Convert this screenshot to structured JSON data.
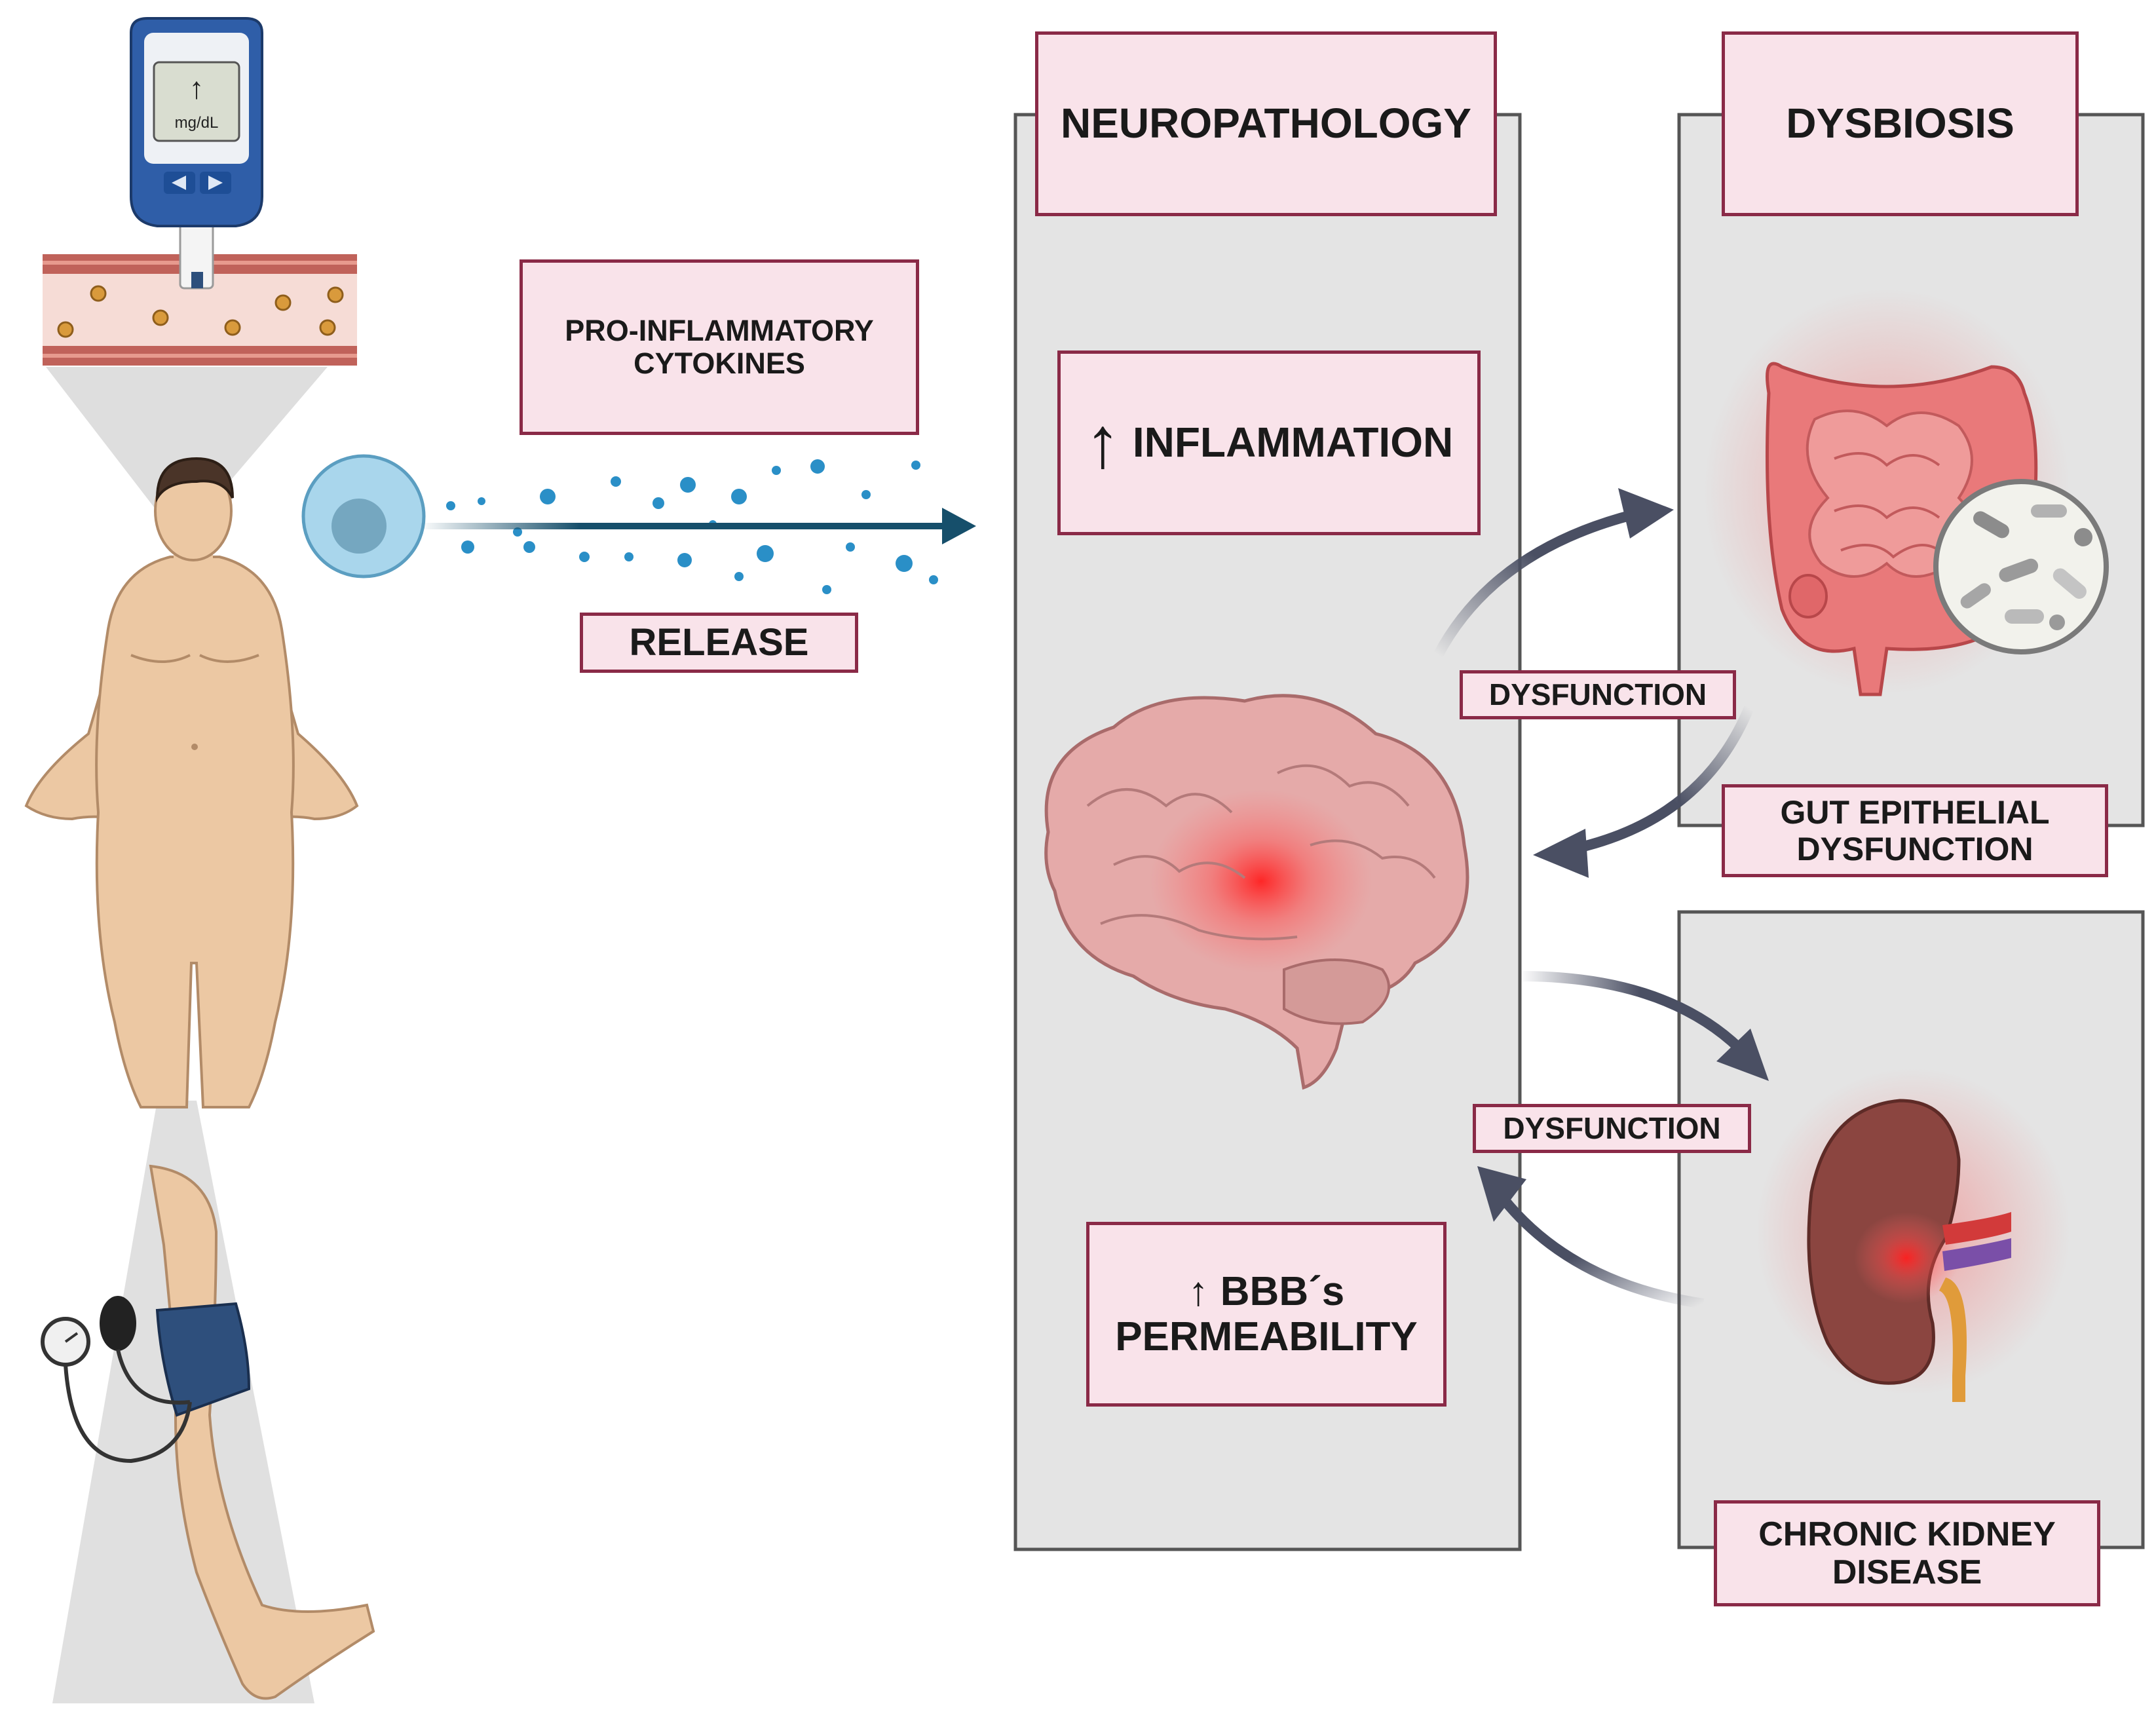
{
  "glucometer": {
    "unit": "mg/dL",
    "arrow_symbol": "↑"
  },
  "cytokines": {
    "line1": "PRO-INFLAMMATORY",
    "line2": "CYTOKINES"
  },
  "release_label": "RELEASE",
  "neuropathology": {
    "title": "NEUROPATHOLOGY",
    "inflammation": {
      "arrow": "↑",
      "label": "INFLAMMATION"
    },
    "bbb": {
      "arrow": "↑",
      "line1": "BBB´s",
      "line2": "PERMEABILITY"
    }
  },
  "dysbiosis": {
    "title": "DYSBIOSIS",
    "gut": {
      "line1": "GUT EPITHELIAL",
      "line2": "DYSFUNCTION"
    }
  },
  "kidney": {
    "line1": "CHRONIC KIDNEY",
    "line2": "DISEASE"
  },
  "dysfunction_labels": [
    "DYSFUNCTION",
    "DYSFUNCTION"
  ],
  "colors": {
    "label_fill": "#f9e3ea",
    "label_border": "#8a2a47",
    "panel_fill": "#e4e4e4",
    "panel_border": "#555555",
    "arrow": "#4a4f63",
    "release_arrow": "#164f6b"
  },
  "icons": [
    "glucometer-icon",
    "blood-vessel-icon",
    "obese-person-icon",
    "blood-pressure-cuff-icon",
    "immune-cell-icon",
    "cytokine-dots-icon",
    "brain-icon",
    "intestine-icon",
    "bacteria-magnifier-icon",
    "kidney-icon"
  ]
}
